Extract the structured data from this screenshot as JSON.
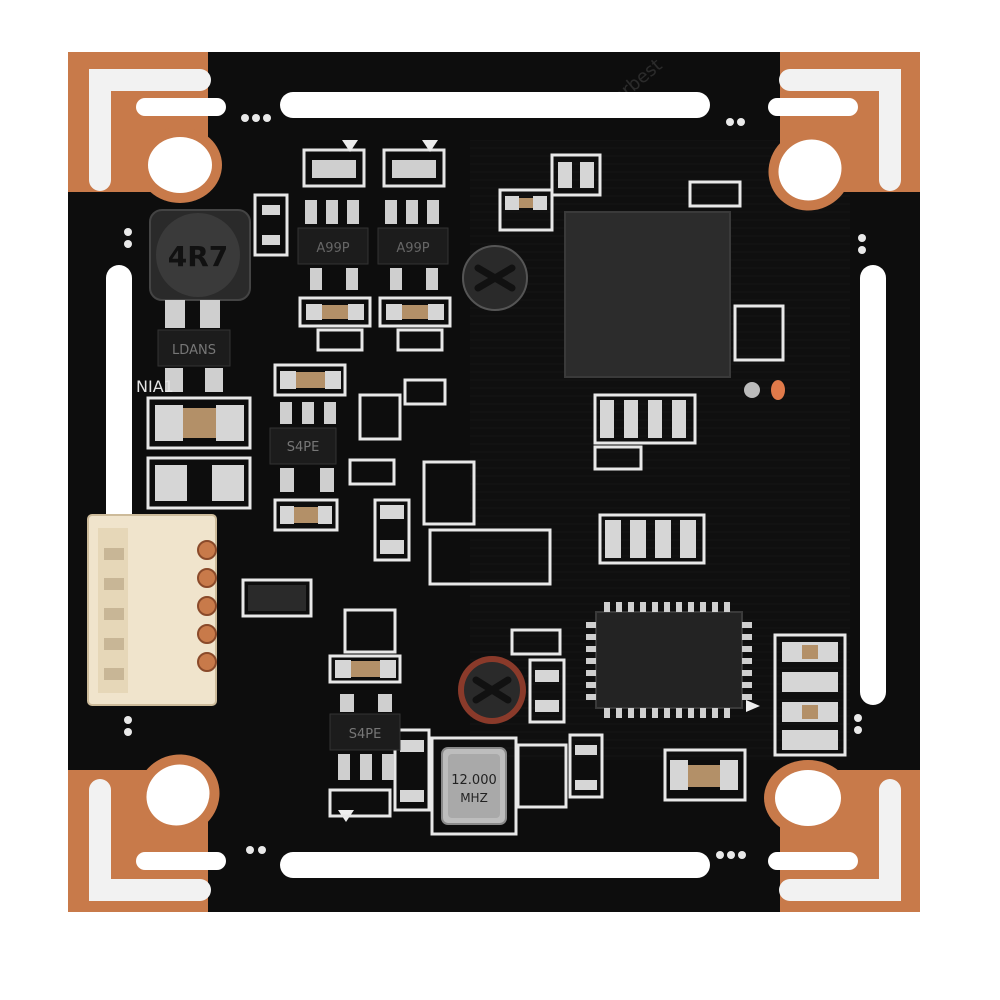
{
  "board": {
    "inductor_marking": "4R7",
    "ic1_marking": "LDANS",
    "ic2_marking": "A99P",
    "ic3_marking": "A99P",
    "ic4_marking": "S4PE",
    "ic5_marking": "S4PE",
    "ref_label": "NIA1",
    "crystal_line1": "12.000",
    "crystal_line2": "MHZ",
    "watermark": "Gearbest",
    "colors": {
      "pcb": "#0d0d0d",
      "copper": "#c87a4a",
      "silkscreen": "#eeeeee",
      "pad": "#d8d8d8",
      "connector": "#f0e4cc"
    }
  }
}
